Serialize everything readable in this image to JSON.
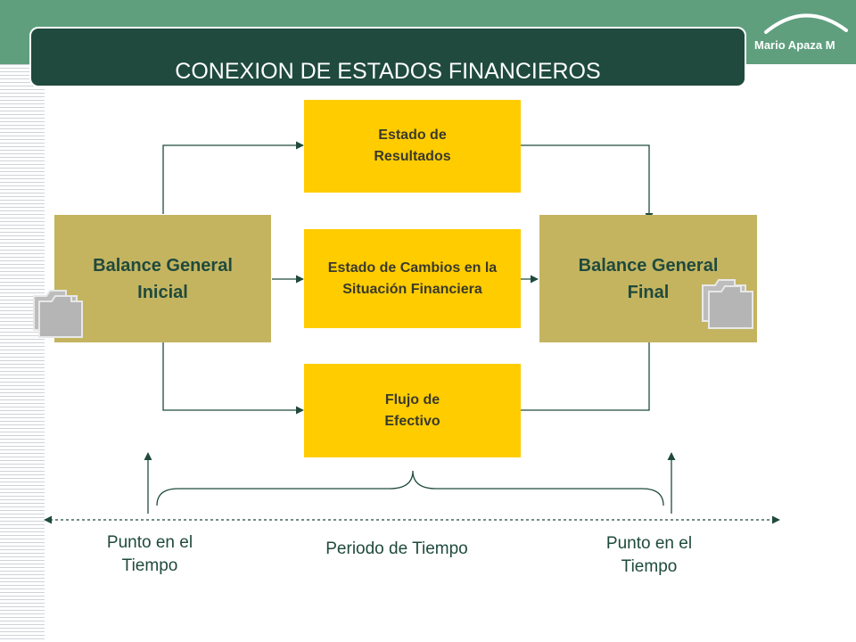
{
  "header": {
    "title": "CONEXION DE ESTADOS FINANCIEROS",
    "author": "Mario Apaza M"
  },
  "diagram": {
    "balance_inicial": "Balance General Inicial",
    "balance_final": "Balance General Final",
    "estado_resultados": "Estado de Resultados",
    "estado_cambios": "Estado de Cambios en la Situación Financiera",
    "flujo_efectivo": "Flujo de Efectivo"
  },
  "timeline": {
    "punto_izq": "Punto en el Tiempo",
    "periodo": "Periodo de Tiempo",
    "punto_der": "Punto en el Tiempo"
  },
  "colors": {
    "header_green": "#5f9f7e",
    "title_dark": "#1f4a3d",
    "box_yellow": "#ffcc00",
    "box_olive": "#c4b460"
  },
  "icons": [
    "folder-icon",
    "folder-icon"
  ]
}
